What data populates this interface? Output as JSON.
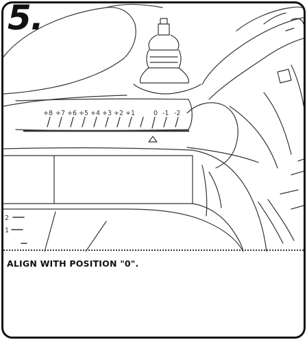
{
  "step": {
    "number": "5.",
    "instruction": "ALIGN WITH POSITION \"0\"."
  },
  "scale": {
    "labels": [
      "+8",
      "+7",
      "+6",
      "+5",
      "+4",
      "+3",
      "+2",
      "+1",
      "0",
      "-1",
      "-2"
    ],
    "aligned_position": "0"
  },
  "side_marks": [
    "2",
    "1"
  ],
  "colors": {
    "line": "#333333",
    "border": "#111111",
    "background": "#ffffff"
  }
}
